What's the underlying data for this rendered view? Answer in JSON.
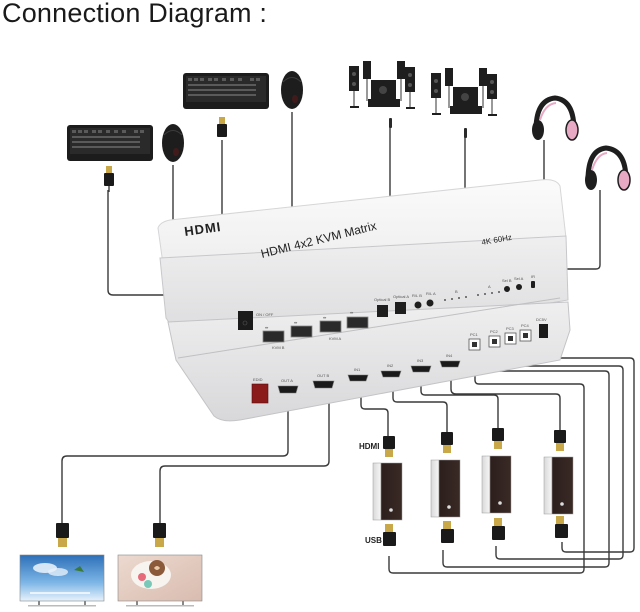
{
  "title": "Connection Diagram :",
  "device": {
    "brand_logo": "HDMI",
    "model_label": "HDMI 4x2 KVM Matrix",
    "resolution_label": "4K 60Hz",
    "front_panel": {
      "power_switch": "ON / OFF",
      "usb_ports": [
        "USB",
        "USB",
        "USB",
        "USB"
      ],
      "usb_group_labels": [
        "KVM B",
        "KVM A"
      ],
      "optical_ports": [
        "Optical B",
        "Optical A"
      ],
      "audio_jacks": [
        "R/L B",
        "R/L A"
      ],
      "led_group_labels": [
        "B",
        "A"
      ],
      "buttons": [
        "Sel B",
        "Sel A",
        "IR"
      ]
    },
    "rear_panel": {
      "edid_label": "EDID",
      "hdmi_outputs": [
        "OUT A",
        "OUT B"
      ],
      "hdmi_inputs": [
        "IN1",
        "IN2",
        "IN3",
        "IN4"
      ],
      "usb_pc_ports": [
        "PC1",
        "PC2",
        "PC3",
        "PC4"
      ],
      "power_label": "DC5V"
    }
  },
  "peripherals": {
    "keyboards": [
      "Keyboard B",
      "Keyboard A"
    ],
    "mice": [
      "Mouse B",
      "Mouse A"
    ],
    "speaker_systems": [
      "Speakers B",
      "Speakers A"
    ],
    "headphones": [
      "Headphones B",
      "Headphones A"
    ],
    "displays": [
      "Display A",
      "Display B"
    ],
    "computers": [
      "PC1",
      "PC2",
      "PC3",
      "PC4"
    ]
  },
  "cable_labels": {
    "hdmi": "HDMI",
    "usb": "USB"
  },
  "colors": {
    "cable": "#3a3a3a",
    "device_body": "#f2f2f2",
    "device_shadow": "#c9c9cc",
    "edid_button": "#8b1a1a",
    "connector_gold": "#c9a84a",
    "headphone_pink": "#e8a9c4",
    "pc_body": "#2c1f1c"
  }
}
